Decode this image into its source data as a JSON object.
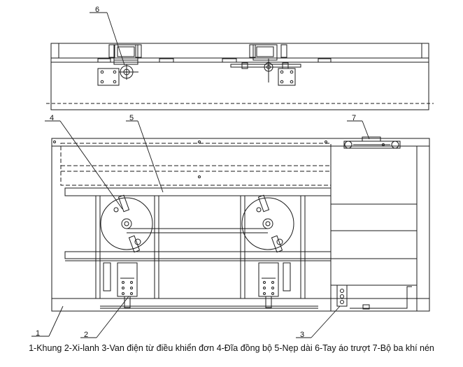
{
  "figure": {
    "caption": "1-Khung 2-Xi-lanh 3-Van điện từ điều khiển đơn 4-Đĩa đồng bộ 5-Nẹp dài 6-Tay áo trượt 7-Bộ ba khí nén",
    "callouts": {
      "c1": "1",
      "c2": "2",
      "c3": "3",
      "c4": "4",
      "c5": "5",
      "c6": "6",
      "c7": "7"
    }
  },
  "colors": {
    "line": "#1a1a1a",
    "background": "#ffffff"
  }
}
